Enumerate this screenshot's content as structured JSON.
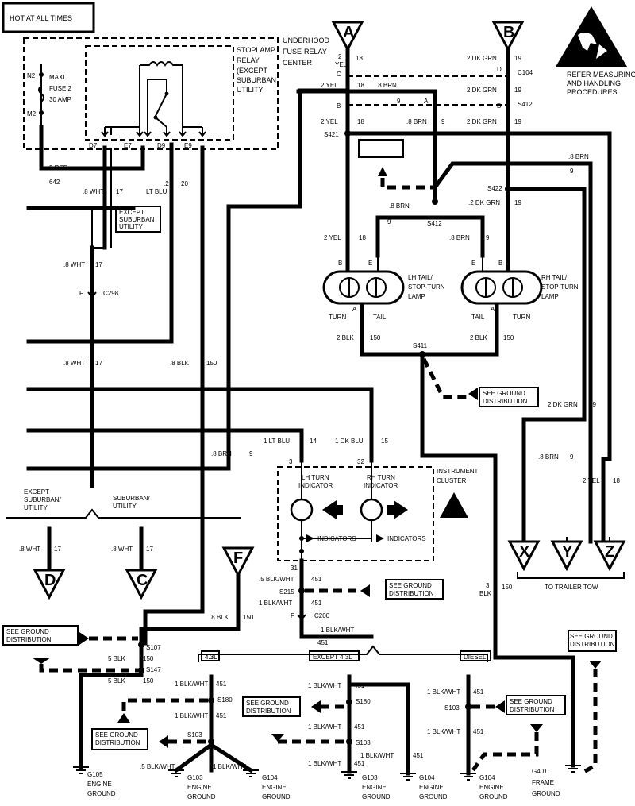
{
  "header": {
    "hot_label": "HOT AT ALL TIMES"
  },
  "warning": {
    "text1": "REFER MEASURING",
    "text2": "AND HANDLING",
    "text3": "PROCEDURES."
  },
  "fuse_center": {
    "title1": "UNDERHOOD",
    "title2": "FUSE-RELAY",
    "title3": "CENTER",
    "relay1": "STOPLAMP",
    "relay2": "RELAY",
    "relay3": "(EXCEPT",
    "relay4": "SUBURBAN",
    "relay5": "UTILITY",
    "fuse1": "MAXI",
    "fuse2": "FUSE 2",
    "fuse3": "30 AMP",
    "pin_n2": "N2",
    "pin_m2": "M2",
    "pin_d7": "D7",
    "pin_e7": "E7",
    "pin_d9": "D9",
    "pin_e9": "E9"
  },
  "connectors": {
    "A": "A",
    "B": "B",
    "C": "C",
    "D": "D",
    "F": "F",
    "X": "X",
    "Y": "Y",
    "Z": "Z",
    "c104": "C104",
    "s412a": "S412",
    "s421": "S421",
    "s422": "S422",
    "s412b": "S412",
    "c298": "C298",
    "s411": "S411",
    "s215": "S215",
    "c200": "C200",
    "s107": "S107",
    "s147": "S147",
    "s180a": "S180",
    "s103a": "S103",
    "s180b": "S180",
    "s103b": "S103",
    "s103c": "S103"
  },
  "wires": {
    "red2": "2 RED",
    "red_num": "642",
    "wht17a": ".8 WHT",
    "n17a": "17",
    "ltblu": ".2",
    "ltblu2": "LT BLU",
    "n20": "20",
    "wht17b": ".8 WHT",
    "n17b": "17",
    "wht17c": ".8 WHT",
    "n17c": "17",
    "blk150": ".8 BLK",
    "n150": "150",
    "brn9": ".8 BRN",
    "n9": "9",
    "ltblu14": "1 LT BLU",
    "n14": "14",
    "dkblu15": "1 DK BLU",
    "n15": "15",
    "yelA": "2",
    "yelA2": "YEL",
    "n18a": "18",
    "dkgrnB": "2 DK GRN",
    "n19a": "19",
    "yelC": "2 YEL",
    "n18b": "18",
    "brnC": ".8 BRN",
    "n9b": "9",
    "dkgrnD": "2 DK GRN",
    "n19b": "19",
    "yelS421": "2 YEL",
    "n18c": "18",
    "brnS421": ".8 BRN",
    "n9c": "9",
    "dkgrnS421": "2 DK GRN",
    "n19c": "19",
    "brnR": ".8 BRN",
    "n9d": "9",
    "dkgrnS422": ".2 DK GRN",
    "n19d": "19",
    "brnS412": ".8 BRN",
    "n9e": "9",
    "yelLH": "2 YEL",
    "n18d": "18",
    "brnRH": ".8 BRN",
    "n9f": "9",
    "blkL": "2 BLK",
    "n150a": "150",
    "blkR": "2 BLK",
    "n150b": "150",
    "dkgrnR2": "2 DK GRN",
    "n19e": "19",
    "brnR2": ".8 BRN",
    "n9g": "9",
    "yelR2": "2 YEL",
    "n18e": "18",
    "blk3": "3",
    "blk3b": "BLK",
    "n150c": "150",
    "blkwht451a": ".5 BLK/WHT",
    "n451a": "451",
    "blkwht451b": "1 BLK/WHT",
    "n451b": "451",
    "blkwht451c": "1 BLK/WHT",
    "n451c": "451",
    "blk150f": ".8 BLK",
    "n150f": "150",
    "blk5a": "5 BLK",
    "n150g": "150",
    "blk5b": "5 BLK",
    "n150h": "150",
    "pin31": "31",
    "pin3": "3",
    "pin32": "32",
    "wD": ".8 WHT",
    "nD": "17",
    "wC": ".8 WHT",
    "nC": "17"
  },
  "lamps": {
    "lh1": "LH TAIL/",
    "lh2": "STOP-TURN",
    "lh3": "LAMP",
    "rh1": "RH TAIL/",
    "rh2": "STOP-TURN",
    "rh3": "LAMP",
    "turn": "TURN",
    "tail": "TAIL",
    "pinB": "B",
    "pinE": "E",
    "pinA": "A"
  },
  "cluster": {
    "title1": "INSTRUMENT",
    "title2": "CLUSTER",
    "lh1": "LH TURN",
    "lh2": "INDICATOR",
    "rh1": "RH TURN",
    "rh2": "INDICATOR",
    "ind": "INDICATORS"
  },
  "notes": {
    "except_sub1": "EXCEPT",
    "except_sub2": "SUBURBAN",
    "except_sub3": "UTILITY",
    "es1": "EXCEPT",
    "es2": "SUBURBAN/",
    "es3": "UTILITY",
    "sub1": "SUBURBAN/",
    "sub2": "UTILITY",
    "trailer": "TO TRAILER TOW",
    "gd1": "SEE GROUND",
    "gd2": "DISTRIBUTION",
    "v43": "4.3L",
    "except43": "EXCEPT 4.3L",
    "diesel": "DIESEL"
  },
  "grounds": {
    "g105a": "G105",
    "g105b": "ENGINE",
    "g105c": "GROUND",
    "g103a": "G103",
    "g103b": "ENGINE",
    "g103c": "GROUND",
    "g104a": "G104",
    "g104b": "ENGINE",
    "g104c": "GROUND",
    "g401a": "G401",
    "g401b": "FRAME",
    "g401c": "GROUND"
  },
  "colors": {
    "ink": "#000000",
    "paper": "#ffffff"
  }
}
